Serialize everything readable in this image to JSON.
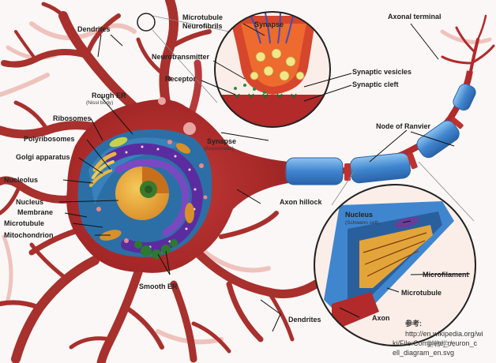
{
  "labels": {
    "dendrites_top": "Dendrites",
    "microtubule": "Microtubule",
    "neurofibrils": "Neurofibrils",
    "synapse_top": "Synapse",
    "axonal_terminal": "Axonal terminal",
    "neurotransmitter": "Neurotransmitter",
    "receptor": "Receptor",
    "synaptic_vesicles": "Synaptic vesicles",
    "synaptic_cleft": "Synaptic cleft",
    "rough_er": "Rough ER",
    "nissl_body": "(Nissl body)",
    "ribosomes": "Ribosomes",
    "polyribosomes": "Polyribosomes",
    "golgi": "Golgi apparatus",
    "nucleolus": "Nucleolus",
    "nucleus": "Nucleus",
    "membrane": "Membrane",
    "microtubule_left": "Microtubule",
    "mitochondrion": "Mitochondrion",
    "synapse_mid": "Synapse",
    "axosomatic": "(Axosomatic)",
    "node_of_ranvier": "Node of Ranvier",
    "axon_hillock": "Axon hillock",
    "nucleus_schwann": "Nucleus",
    "schwann_cell": "(Schwann cell)",
    "microfilament": "Microfilament",
    "microtubule_inset": "Microtubule",
    "smooth_er": "Smooth ER",
    "dendrites_bottom": "Dendrites",
    "axon": "Axon"
  },
  "reference": {
    "heading": "参考:",
    "line1": "http://en.wikipedia.org/wi",
    "line2": "ki/File:Complete_neuron_c",
    "line3": "ell_diagram_en.svg"
  },
  "watermark": "生物学人",
  "colors": {
    "neuron": "#b22a2a",
    "neuron_light": "#cc4a47",
    "dendrite_pale": "#e9b0aa",
    "cytoplasm": "#2c6fa6",
    "nucleus": "#e9a63a",
    "er": "#5b2c9f",
    "myelin": "#4d92d4",
    "background": "#fbf7f6"
  }
}
